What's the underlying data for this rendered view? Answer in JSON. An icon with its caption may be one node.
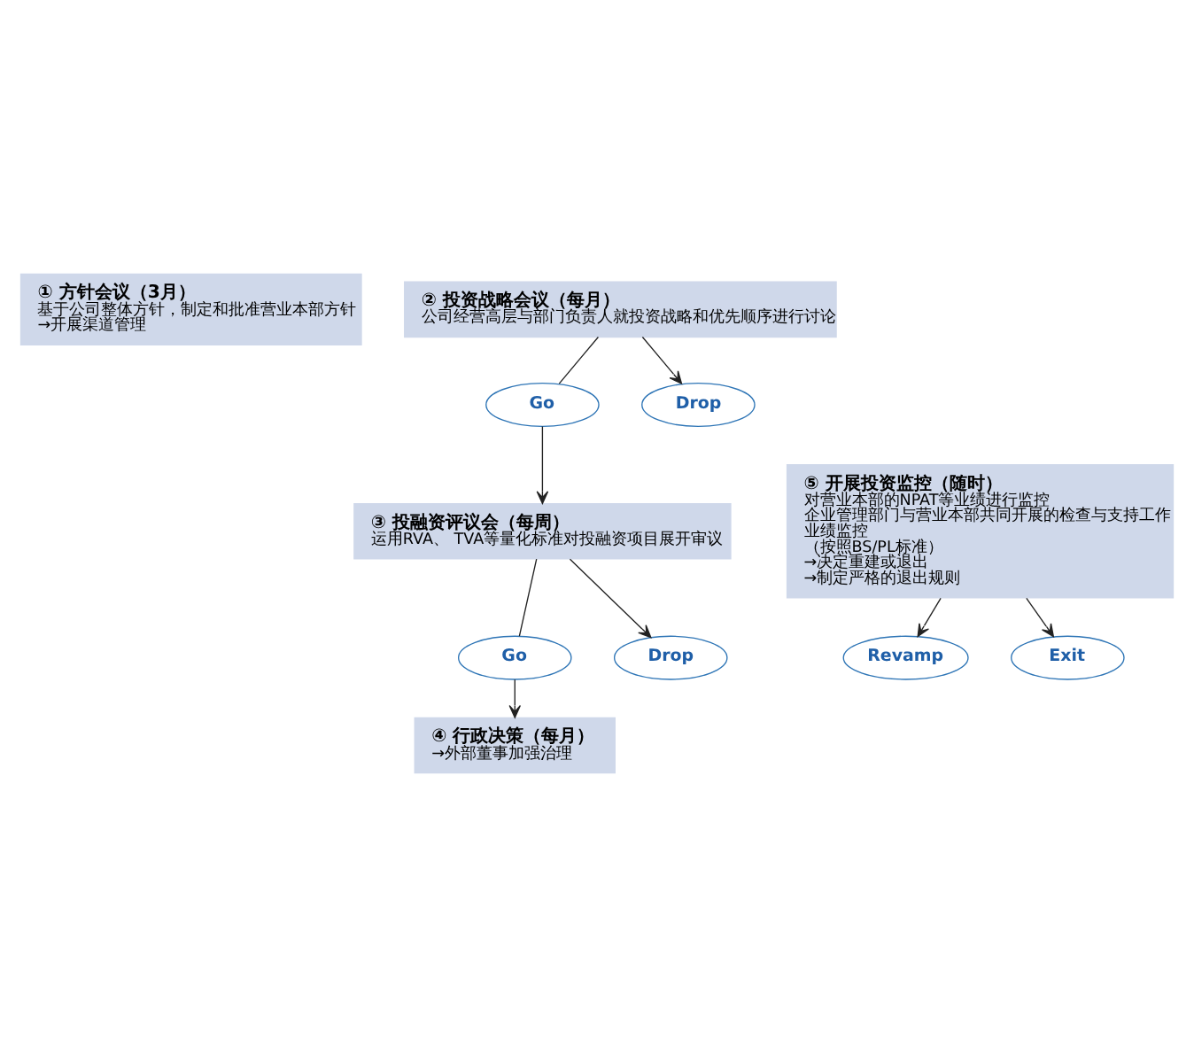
{
  "diagram": {
    "nodes": [
      {
        "text": [
          "① 方针会议（3月）",
          "基于公司整体方针，制定和批准营业本部方针",
          "→开展渠道管理"
        ]
      },
      {
        "text": [
          "② 投资战略会议（每月）",
          "公司经营高层与部门负责人就投资战略和优先顺序进行讨论"
        ]
      },
      {
        "text": [
          "Go"
        ]
      },
      {
        "text": [
          "Drop"
        ]
      },
      {
        "text": [
          "③ 投融资评议会（每周）",
          "运用RVA、 TVA等量化标准对投融资项目展开审议"
        ]
      },
      {
        "text": [
          "Go"
        ]
      },
      {
        "text": [
          "Drop"
        ]
      },
      {
        "text": [
          "④ 行政决策（每月）",
          "→外部董事加强治理"
        ]
      },
      {
        "text": [
          "Revamp"
        ]
      },
      {
        "text": [
          "⑤ 开展投资监控（随时）",
          "对营业本部的NPAT等业绩进行监控",
          "企业管理部门与营业本部共同开展的检查与支持工作",
          "业绩监控",
          "（按照BS/PL标准）",
          "→决定重建或退出",
          "→制定严格的退出规则"
        ]
      },
      {
        "text": [
          "Exit"
        ]
      }
    ],
    "edges": [
      {
        "from": 1,
        "to": 2,
        "arrow": "none"
      },
      {
        "from": 2,
        "to": 4,
        "arrow": "to"
      },
      {
        "from": 1,
        "to": 3,
        "arrow": "to"
      },
      {
        "from": 4,
        "to": 5,
        "arrow": "none"
      },
      {
        "from": 5,
        "to": 7,
        "arrow": "to"
      },
      {
        "from": 4,
        "to": 6,
        "arrow": "to"
      },
      {
        "from": 9,
        "to": 8,
        "arrow": "to"
      },
      {
        "from": 9,
        "to": 10,
        "arrow": "to"
      }
    ]
  }
}
